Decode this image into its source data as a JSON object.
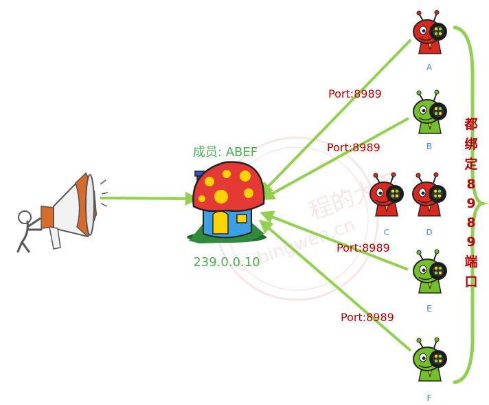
{
  "group": {
    "members_label": "成员: ABEF",
    "address": "239.0.0.10"
  },
  "ports": [
    "Port:8989",
    "Port:8989",
    "Port:8989",
    "Port:8989"
  ],
  "nodes": [
    {
      "label": "A",
      "color": "red"
    },
    {
      "label": "B",
      "color": "green"
    },
    {
      "label": "C",
      "color": "red"
    },
    {
      "label": "D",
      "color": "red"
    },
    {
      "label": "E",
      "color": "green"
    },
    {
      "label": "F",
      "color": "green"
    }
  ],
  "bind_note": [
    "都",
    "绑",
    "定",
    "8",
    "9",
    "8",
    "9",
    "端",
    "口"
  ],
  "watermark": {
    "line1": "程的大丙",
    "line2": "subingwen.cn"
  },
  "colors": {
    "arrow": "#92d050",
    "member_text": "#4caf50",
    "port_text": "#c00000",
    "node_label": "#4a86c8",
    "red_robot": "#d9281f",
    "green_robot": "#74c02a"
  }
}
